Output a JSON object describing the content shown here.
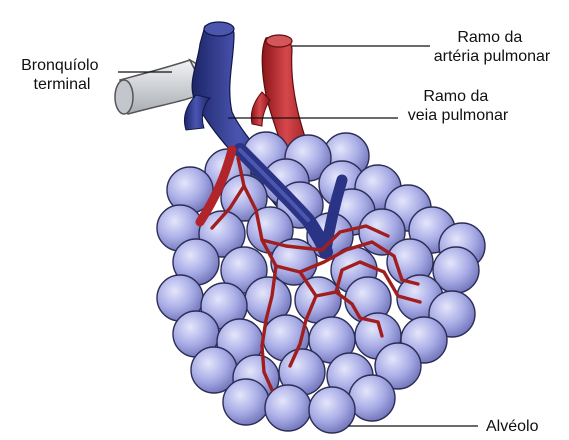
{
  "labels": {
    "bronchiole": [
      "Bronquíolo",
      "terminal"
    ],
    "artery": [
      "Ramo da",
      "artéria pulmonar"
    ],
    "vein": [
      "Ramo da",
      "veia pulmonar"
    ],
    "alveolus": "Alvéolo"
  },
  "colors": {
    "alveolus_fill": "#a9ade6",
    "alveolus_outline": "#2c2d55",
    "vein": "#2a3384",
    "artery": "#b0242a",
    "bronchiole": "#d8dadd",
    "capillary": "#a01e1e"
  }
}
